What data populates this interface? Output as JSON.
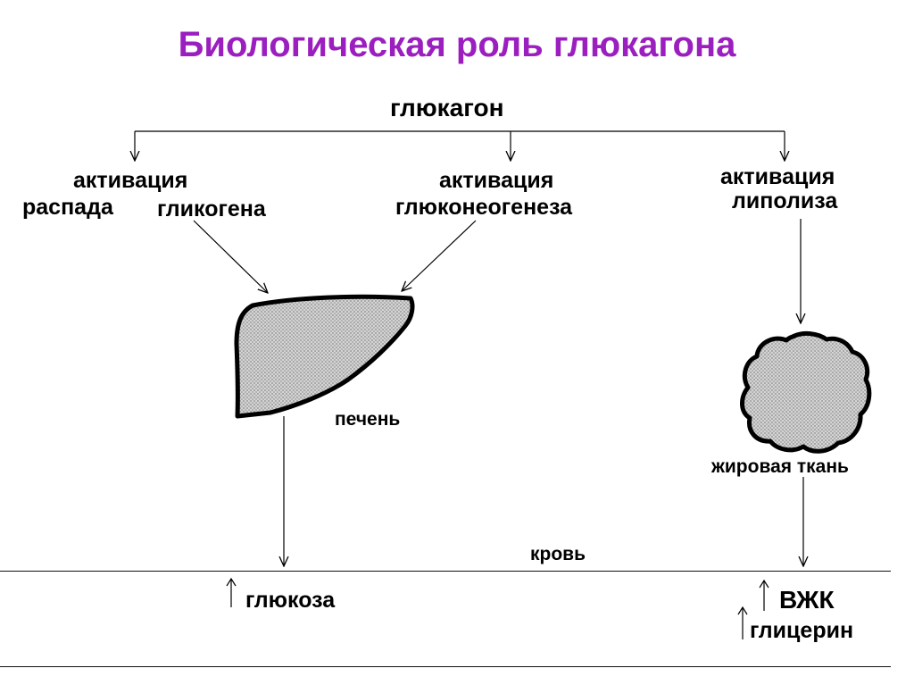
{
  "title": "Биологическая роль глюкагона",
  "diagram": {
    "root": "глюкагон",
    "branch_left": {
      "line1": "активация",
      "line2a": "распада",
      "line2b": "гликогена"
    },
    "branch_middle": {
      "line1": "активация",
      "line2": "глюконеогенеза"
    },
    "branch_right": {
      "line1": "активация",
      "line2": "липолиза"
    },
    "organs": {
      "liver": "печень",
      "adipose": "жировая ткань"
    },
    "blood": "кровь",
    "outputs": {
      "glucose_arrow": "↑",
      "glucose": "глюкоза",
      "ffa_arrow": "↑",
      "ffa": "ВЖК",
      "glycerol_arrow": "↑",
      "glycerol": "глицерин"
    }
  },
  "colors": {
    "title": "#9b1fbf",
    "lines": "#000000",
    "organ_fill": "#c8c8c8"
  }
}
